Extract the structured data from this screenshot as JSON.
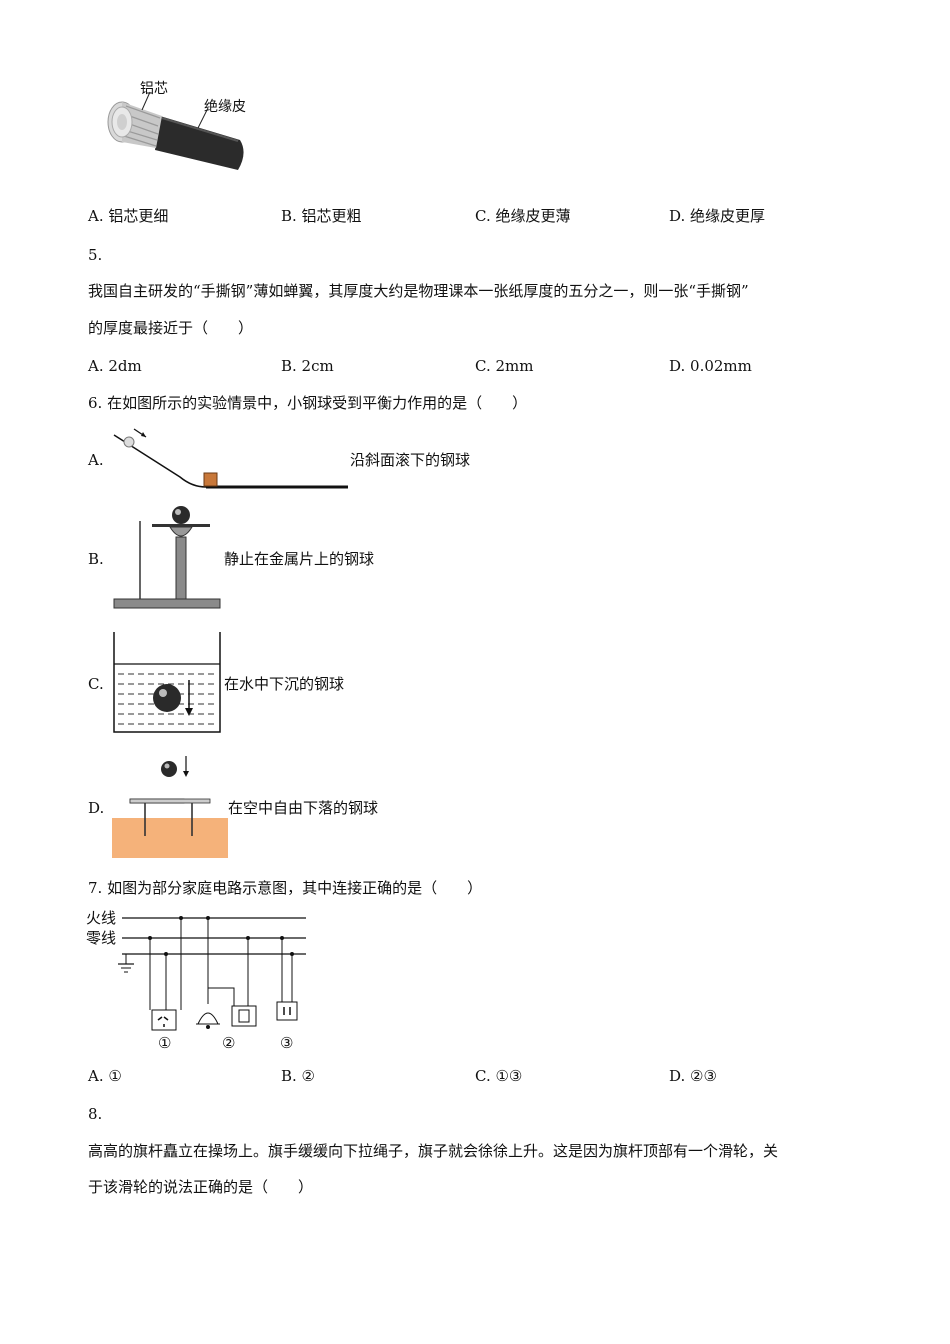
{
  "q4": {
    "labels": {
      "core": "铝芯",
      "insulation": "绝缘皮"
    },
    "options": [
      "A. 铝芯更细",
      "B. 铝芯更粗",
      "C. 绝缘皮更薄",
      "D. 绝缘皮更厚"
    ]
  },
  "q5": {
    "number": "5.",
    "stem_line1": "我国自主研发的“手撕钢”薄如蝉翼，其厚度大约是物理课本一张纸厚度的五分之一，则一张“手撕钢”",
    "stem_line2": "的厚度最接近于（　　）",
    "options": [
      "A. 2dm",
      "B. 2cm",
      "C. 2mm",
      "D. 0.02mm"
    ]
  },
  "q6": {
    "stem": "6. 在如图所示的实验情景中，小钢球受到平衡力作用的是（　　）",
    "options": [
      {
        "letter": "A.",
        "caption": "沿斜面滚下的钢球"
      },
      {
        "letter": "B.",
        "caption": "静止在金属片上的钢球"
      },
      {
        "letter": "C.",
        "caption": "在水中下沉的钢球"
      },
      {
        "letter": "D.",
        "caption": "在空中自由下落的钢球"
      }
    ]
  },
  "q7": {
    "stem": "7. 如图为部分家庭电路示意图，其中连接正确的是（　　）",
    "circuit": {
      "live": "火线",
      "neutral": "零线",
      "n1": "①",
      "n2": "②",
      "n3": "③"
    },
    "options": [
      "A. ①",
      "B. ②",
      "C. ①③",
      "D. ②③"
    ]
  },
  "q8": {
    "number": "8.",
    "stem_line1": "高高的旗杆矗立在操场上。旗手缓缓向下拉绳子，旗子就会徐徐上升。这是因为旗杆顶部有一个滑轮，关",
    "stem_line2": "于该滑轮的说法正确的是（　　）"
  },
  "colors": {
    "wood": "#f5b27a",
    "box": "#c8783a",
    "ink": "#111111"
  }
}
